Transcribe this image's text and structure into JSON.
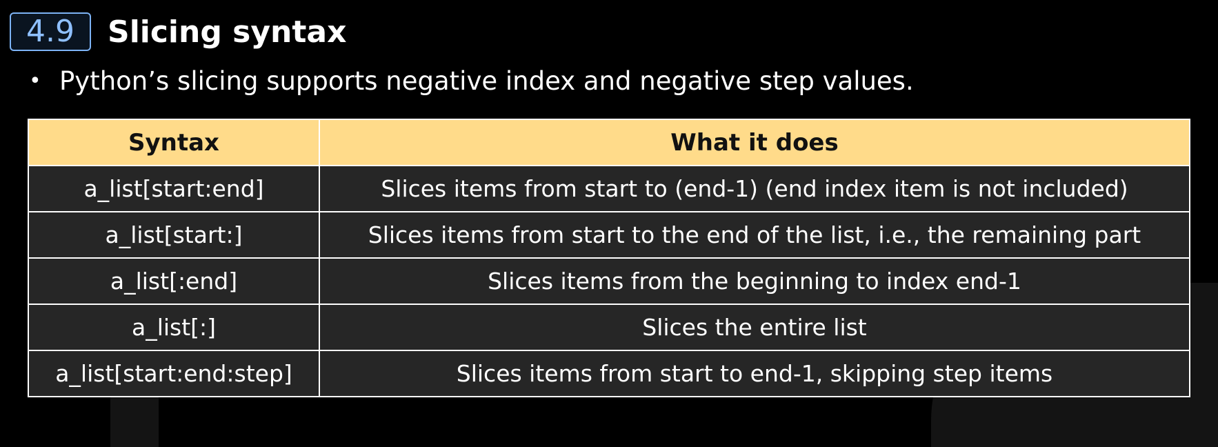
{
  "slide": {
    "section_number": "4.9",
    "title": "Slicing syntax",
    "bullet": "Python’s slicing supports negative index and negative step values."
  },
  "table": {
    "headers": {
      "syntax": "Syntax",
      "description": "What it does"
    },
    "rows": [
      {
        "syntax": "a_list[start:end]",
        "description": "Slices items from start to (end-1) (end index item is not included)"
      },
      {
        "syntax": "a_list[start:]",
        "description": "Slices items from start to the end of the list, i.e., the remaining part"
      },
      {
        "syntax": "a_list[:end]",
        "description": "Slices items from the beginning to index end-1"
      },
      {
        "syntax": "a_list[:]",
        "description": "Slices the entire list"
      },
      {
        "syntax": "a_list[start:end:step]",
        "description": "Slices items from start to end-1, skipping step items"
      }
    ]
  },
  "colors": {
    "background": "#000000",
    "badge_border": "#7db3f5",
    "badge_text": "#8fc0ff",
    "header_row": "#ffdb8a",
    "body_row": "#262626"
  }
}
